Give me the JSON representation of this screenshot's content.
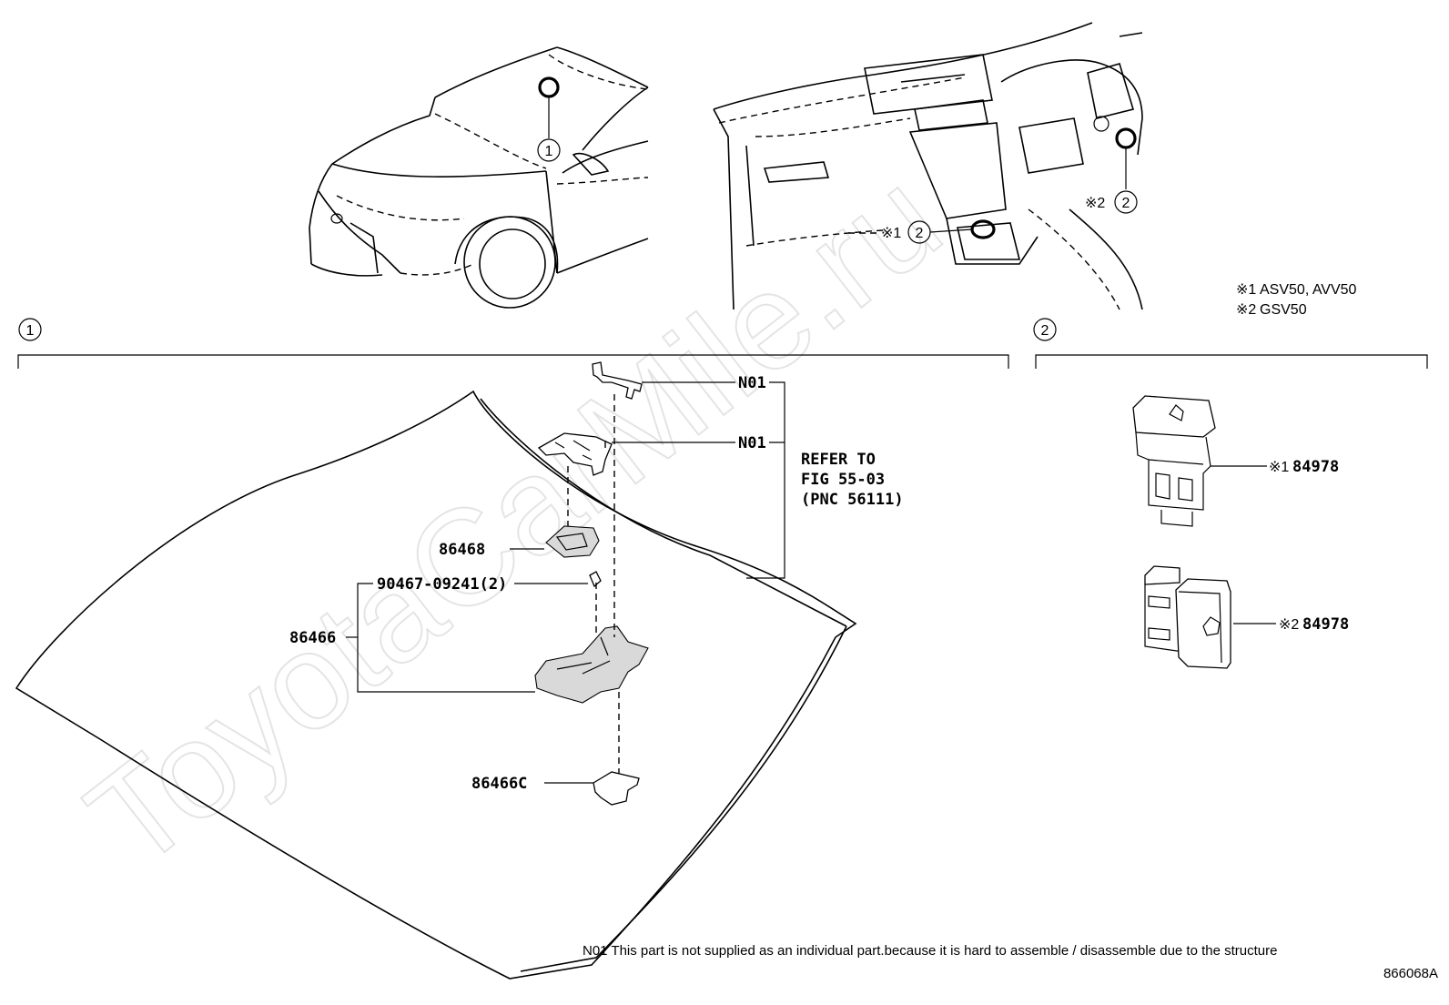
{
  "watermark": "ToyotaCarMile.ru",
  "callouts": {
    "section_1": "1",
    "section_2": "2",
    "car_locator": "1",
    "dash_locator_a": "2",
    "dash_locator_b": "2"
  },
  "variant_marks": {
    "dash_mark_a": "※1",
    "dash_mark_b": "※2"
  },
  "legend": [
    {
      "mark": "※1",
      "text": "ASV50, AVV50"
    },
    {
      "mark": "※2",
      "text": "GSV50"
    }
  ],
  "parts": {
    "n01_top": "N01",
    "n01_mid": "N01",
    "p86468": "86468",
    "p90467": "90467-09241(2)",
    "p86466": "86466",
    "p86466c": "86466C",
    "refer_line1": "REFER TO",
    "refer_line2": "FIG 55-03",
    "refer_line3": "(PNC 56111)",
    "switch1_mark": "※1",
    "switch1_num": "84978",
    "switch2_mark": "※2",
    "switch2_num": "84978"
  },
  "footnote": "N01 This part is not supplied as an individual part.because it is hard to assemble / disassemble due to the structure",
  "figure_id": "866068A"
}
